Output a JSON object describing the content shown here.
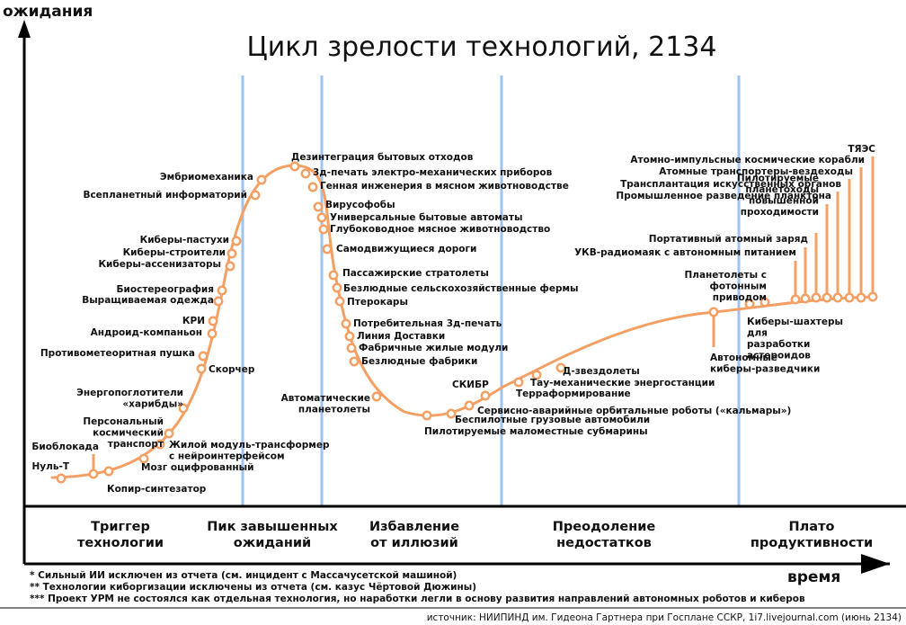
{
  "chart_data": {
    "type": "line",
    "title": "Цикл зрелости технологий, 2134",
    "ylabel": "ожидания",
    "xlabel": "время",
    "grid": false,
    "colors": {
      "curve": "#f4a064",
      "divider": "#9ec3ef",
      "axis": "#000000"
    },
    "phases": [
      {
        "lines": [
          "Триггер",
          "технологии"
        ]
      },
      {
        "lines": [
          "Пик завышенных",
          "ожиданий"
        ]
      },
      {
        "lines": [
          "Избавление",
          "от иллюзий"
        ]
      },
      {
        "lines": [
          "Преодоление",
          "недостатков"
        ]
      },
      {
        "lines": [
          "Плато",
          "продуктивности"
        ]
      }
    ],
    "technologies": [
      {
        "label": "Нуль-Т"
      },
      {
        "label": "Биоблокада"
      },
      {
        "label": "Копир-синтезатор"
      },
      {
        "label": "Мозг оцифрованный"
      },
      {
        "label": "Жилой модуль-трансформер с нейроинтерфейсом"
      },
      {
        "label": "Персональный космический транспорт"
      },
      {
        "label": "Энергопоглотители «харибды»"
      },
      {
        "label": "Скорчер"
      },
      {
        "label": "Противометеоритная пушка"
      },
      {
        "label": "Андроид-компаньон"
      },
      {
        "label": "КРИ"
      },
      {
        "label": "Выращиваемая одежда"
      },
      {
        "label": "Биостереография"
      },
      {
        "label": "Киберы-ассенизаторы"
      },
      {
        "label": "Киберы-строители"
      },
      {
        "label": "Киберы-пастухи"
      },
      {
        "label": "Всепланетный информаторий"
      },
      {
        "label": "Эмбриомеханика"
      },
      {
        "label": "Дезинтеграция бытовых отходов"
      },
      {
        "label": "3д-печать электро-механических приборов"
      },
      {
        "label": "Генная инженерия в мясном животноводстве"
      },
      {
        "label": "Вирусофобы"
      },
      {
        "label": "Универсальные бытовые автоматы"
      },
      {
        "label": "Глубоководное мясное животноводство"
      },
      {
        "label": "Самодвижущиеся дороги"
      },
      {
        "label": "Пассажирские стратолеты"
      },
      {
        "label": "Безлюдные сельскохозяйственные фермы"
      },
      {
        "label": "Птерокары"
      },
      {
        "label": "Потребительная 3д-печать"
      },
      {
        "label": "Линия Доставки"
      },
      {
        "label": "Фабричные жилые модули"
      },
      {
        "label": "Безлюдные фабрики"
      },
      {
        "label": "Автоматические планетолеты"
      },
      {
        "label": "Пилотируемые маломестные субмарины"
      },
      {
        "label": "Беспилотные грузовые автомобили"
      },
      {
        "label": "Сервисно-аварийные орбитальные роботы («кальмары»)"
      },
      {
        "label": "СКИБР"
      },
      {
        "label": "Терраформирование"
      },
      {
        "label": "Тау-механические энергостанции"
      },
      {
        "label": "Д-звездолеты"
      },
      {
        "label": "Автономные киберы-разведчики"
      },
      {
        "label": "Киберы-шахтеры для разработки астероидов"
      },
      {
        "label": "Планетолеты с фотонным приводом"
      },
      {
        "label": "УКВ-радиомаяк с автономным питанием"
      },
      {
        "label": "Портативный атомный заряд"
      },
      {
        "label": "Пилотируемые планетоходы повышенной проходимости"
      },
      {
        "label": "Промышленное разведение планктона"
      },
      {
        "label": "Трансплантация искусственных органов"
      },
      {
        "label": "Атомные транспортеры-вездеходы"
      },
      {
        "label": "Атомно-импульсные космические корабли"
      },
      {
        "label": "ТЯЭС"
      }
    ]
  },
  "footnotes": [
    "* Сильный ИИ исключен из отчета (см. инцидент с Массачусетской машиной)",
    "** Технологии киборгизации исключены из отчета (см. казус Чёртовой Дюжины)",
    "*** Проект УРМ не состоялся как отдельная технология, но наработки легли в основу развития направлений автономных роботов и киберов"
  ],
  "source": "источник: НИИПИНД им. Гидеона Гартнера при Госплане ССКР, 1i7.livejournal.com (июнь 2134)"
}
